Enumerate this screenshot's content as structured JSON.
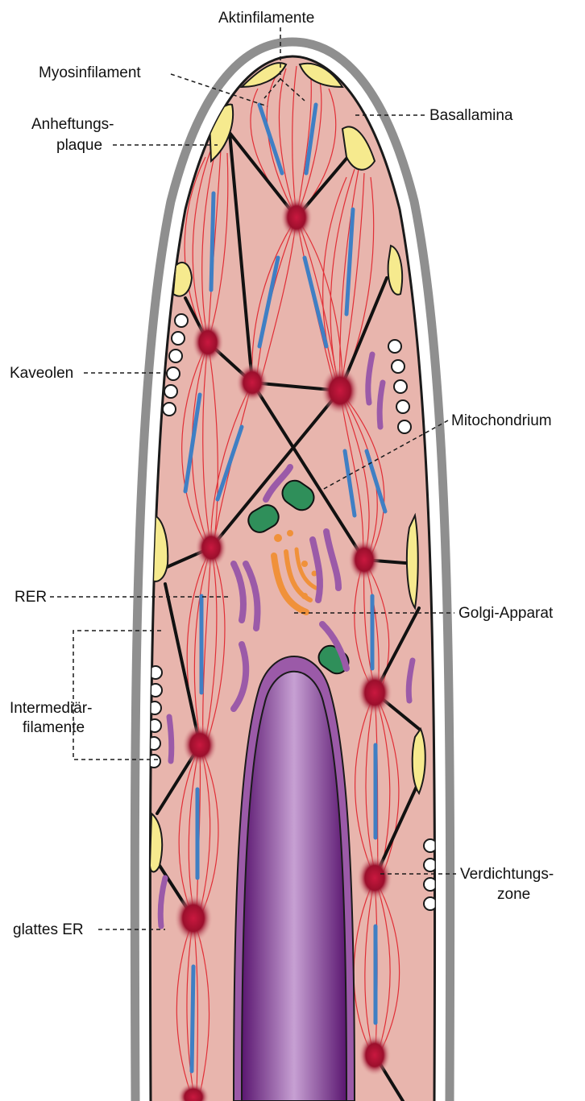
{
  "labels": {
    "aktinfilamente": "Aktinfilamente",
    "myosinfilament": "Myosinfilament",
    "basallamina": "Basallamina",
    "anheftungsplaque_1": "Anheftungs-",
    "anheftungsplaque_2": "plaque",
    "kaveolen": "Kaveolen",
    "mitochondrium": "Mitochondrium",
    "rer": "RER",
    "golgi": "Golgi-Apparat",
    "intermediaer_1": "Intermediär-",
    "intermediaer_2": "filamente",
    "verdichtung_1": "Verdichtungs-",
    "verdichtung_2": "zone",
    "glattes_er": "glattes ER"
  },
  "colors": {
    "cytoplasm": "#e8b5ad",
    "membrane_outer": "#8f8f8f",
    "plaque": "#f6ea8e",
    "actin": "#e0202a",
    "myosin": "#3f7fc4",
    "dense_body": "#9b0f2c",
    "nucleus": "#7a2a8c",
    "mitochondrion": "#2f8f5a",
    "golgi": "#f0913a",
    "er": "#9b5aa8"
  }
}
